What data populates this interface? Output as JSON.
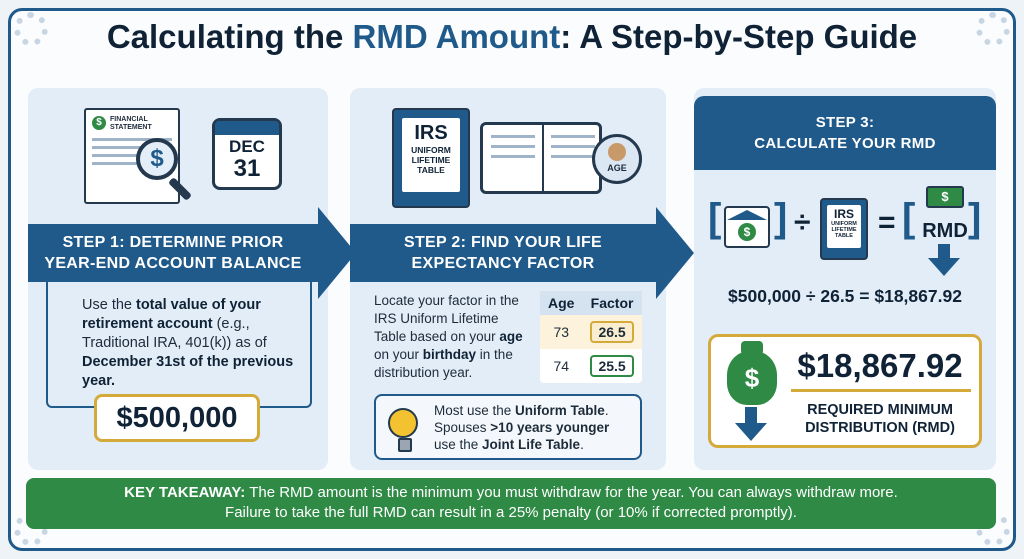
{
  "title": {
    "prefix": "Calculating the ",
    "accent": "RMD Amount",
    "suffix": ": A Step-by-Step Guide"
  },
  "step1": {
    "banner_line1": "STEP 1: DETERMINE PRIOR",
    "banner_line2": "YEAR-END ACCOUNT BALANCE",
    "doc_label_line1": "FINANCIAL",
    "doc_label_line2": "STATEMENT",
    "calendar_month": "DEC",
    "calendar_day": "31",
    "text_a": "Use the ",
    "text_b": "total value of your retirement account",
    "text_c": " (e.g., Traditional IRA, 401(k)) as of ",
    "text_d": "December 31st of the previous year.",
    "balance": "$500,000"
  },
  "step2": {
    "banner_line1": "STEP 2: FIND YOUR LIFE",
    "banner_line2": "EXPECTANCY FACTOR",
    "book_title": "IRS",
    "book_sub1": "UNIFORM",
    "book_sub2": "LIFETIME",
    "book_sub3": "TABLE",
    "age_badge": "AGE",
    "text_a": "Locate your factor in the IRS Uniform Lifetime Table based on your ",
    "text_b": "age",
    "text_c": " on your ",
    "text_d": "birthday",
    "text_e": " in the distribution year.",
    "table_headers": [
      "Age",
      "Factor"
    ],
    "table_rows": [
      [
        "73",
        "26.5"
      ],
      [
        "74",
        "25.5"
      ]
    ],
    "tip_a": "Most use the ",
    "tip_b": "Uniform Table",
    "tip_c": ". Spouses ",
    "tip_d": ">10 years younger",
    "tip_e": " use the ",
    "tip_f": "Joint Life Table",
    "tip_g": "."
  },
  "step3": {
    "banner_line1": "STEP 3:",
    "banner_line2": "CALCULATE YOUR RMD",
    "book_title": "IRS",
    "book_sub1": "UNIFORM",
    "book_sub2": "LIFETIME",
    "book_sub3": "TABLE",
    "divide": "÷",
    "equals": "=",
    "rmd_label": "RMD",
    "equation": "$500,000 ÷ 26.5 = $18,867.92",
    "result": "$18,867.92",
    "result_label_line1": "REQUIRED MINIMUM",
    "result_label_line2": "DISTRIBUTION (RMD)"
  },
  "takeaway": {
    "label": "KEY TAKEAWAY:",
    "line1": " The RMD amount is the minimum you must withdraw for the year. You can always withdraw more.",
    "line2": "Failure to take the full RMD can result in a 25% penalty (or 10% if corrected promptly)."
  },
  "colors": {
    "primary": "#1f5a8a",
    "gold": "#d4aa3a",
    "green": "#2e8a45"
  },
  "icons": [
    "financial-statement-icon",
    "magnifier-icon",
    "calendar-icon",
    "book-icon",
    "open-book-icon",
    "person-icon",
    "bank-icon",
    "money-icon",
    "money-bag-icon",
    "lightbulb-icon",
    "down-arrow-icon"
  ]
}
